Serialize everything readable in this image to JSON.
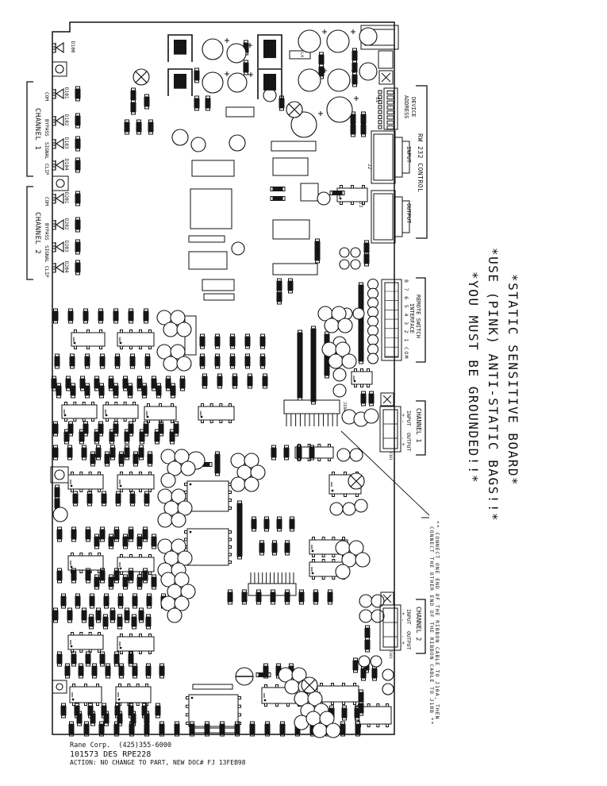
{
  "page": {
    "bg": "#ffffff",
    "ink": "#111111"
  },
  "footer": {
    "line1": "Rane Corp.  (425)355-6000",
    "line2": "101573 DES RPE228",
    "line3": "ACTION: NO CHANGE TO PART, NEW DOC# FJ 13FEB98"
  },
  "warning": [
    "*STATIC SENSITIVE BOARD*",
    "*USE (PINK) ANTI-STATIC BAGS!!*",
    "*YOU MUST BE GROUNDED!!*"
  ],
  "ribbon_note": [
    "** CONNECT ONE END OF THE RIBBON CABLE TO J10A, THEN",
    "CONNECT THE OTHER END OF THE RIBBON CABLE TO J10B **"
  ],
  "channels_left": [
    {
      "label": "CHANNEL 1",
      "leds": [
        {
          "name": "COM",
          "des": "D101"
        },
        {
          "name": "BYPASS",
          "des": "D102"
        },
        {
          "name": "SIGNAL",
          "des": "D103"
        },
        {
          "name": "CLIP",
          "des": "D104"
        }
      ]
    },
    {
      "label": "CHANNEL 2",
      "leds": [
        {
          "name": "COM",
          "des": "D201"
        },
        {
          "name": "BYPASS",
          "des": "D202"
        },
        {
          "name": "SIGNAL",
          "des": "D203"
        },
        {
          "name": "CLIP",
          "des": "D204"
        }
      ]
    }
  ],
  "top_led": {
    "des": "D100"
  },
  "right_panel": {
    "rs232": {
      "bracket_label": "RW 232 CONTROL",
      "device_address": [
        "DEVICE",
        "ADDRESS"
      ],
      "dip_switch": "S1",
      "input": {
        "label": "INPUT",
        "des": "J2"
      },
      "output": {
        "label": "OUTPUT",
        "des": "J3"
      }
    },
    "remote": {
      "lines": [
        "REMOTE SWITCH",
        "INTERFACE"
      ],
      "pins": "8 7 6 5 4 3 2 1 COM"
    },
    "ch1": {
      "label": "CHANNEL 1",
      "input": "INPUT",
      "input_pol": "+ -",
      "output": "OUTPUT",
      "output_pol": "- +",
      "des": "J101"
    },
    "ch2": {
      "label": "CHANNEL 2",
      "input": "INPUT",
      "input_pol": "+ -",
      "output": "OUTPUT",
      "output_pol": "- +",
      "des": "J201"
    }
  },
  "designators": {
    "ribbon_header": "J10A",
    "inductor": "L4"
  }
}
